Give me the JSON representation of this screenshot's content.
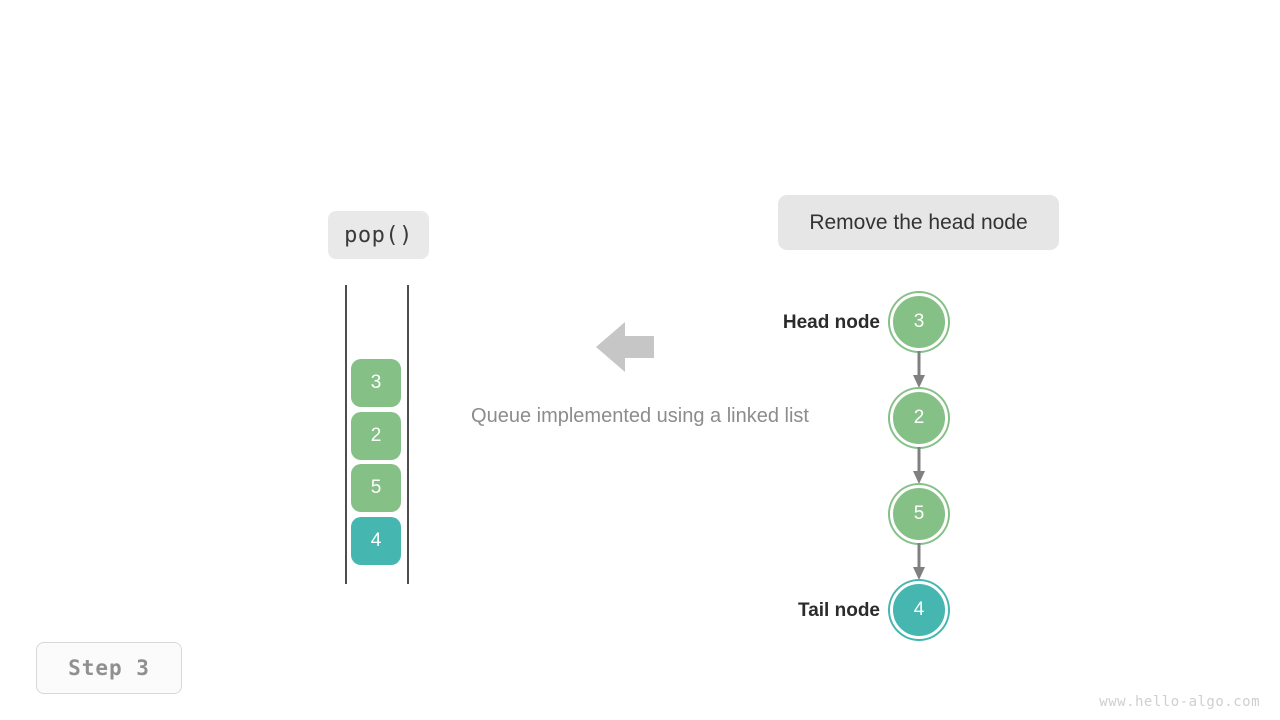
{
  "operation": {
    "chip_label": "pop()"
  },
  "action": {
    "chip_label": "Remove the head node"
  },
  "caption": {
    "text": "Queue implemented using a linked list"
  },
  "queue_column": {
    "cells": [
      {
        "value": "3",
        "color": "#85c187"
      },
      {
        "value": "2",
        "color": "#85c187"
      },
      {
        "value": "5",
        "color": "#85c187"
      },
      {
        "value": "4",
        "color": "#46b6b0"
      }
    ]
  },
  "linked_list": {
    "head_label": "Head node",
    "tail_label": "Tail node",
    "nodes": [
      {
        "value": "3",
        "color": "#85c187"
      },
      {
        "value": "2",
        "color": "#85c187"
      },
      {
        "value": "5",
        "color": "#85c187"
      },
      {
        "value": "4",
        "color": "#46b6b0"
      }
    ]
  },
  "step": {
    "label": "Step 3"
  },
  "watermark": {
    "text": "www.hello-algo.com"
  },
  "colors": {
    "green": "#85c187",
    "teal": "#46b6b0",
    "arrow_gray": "#808080",
    "chip_gray": "#e6e6e6",
    "caption_gray": "#8c8c8c"
  }
}
